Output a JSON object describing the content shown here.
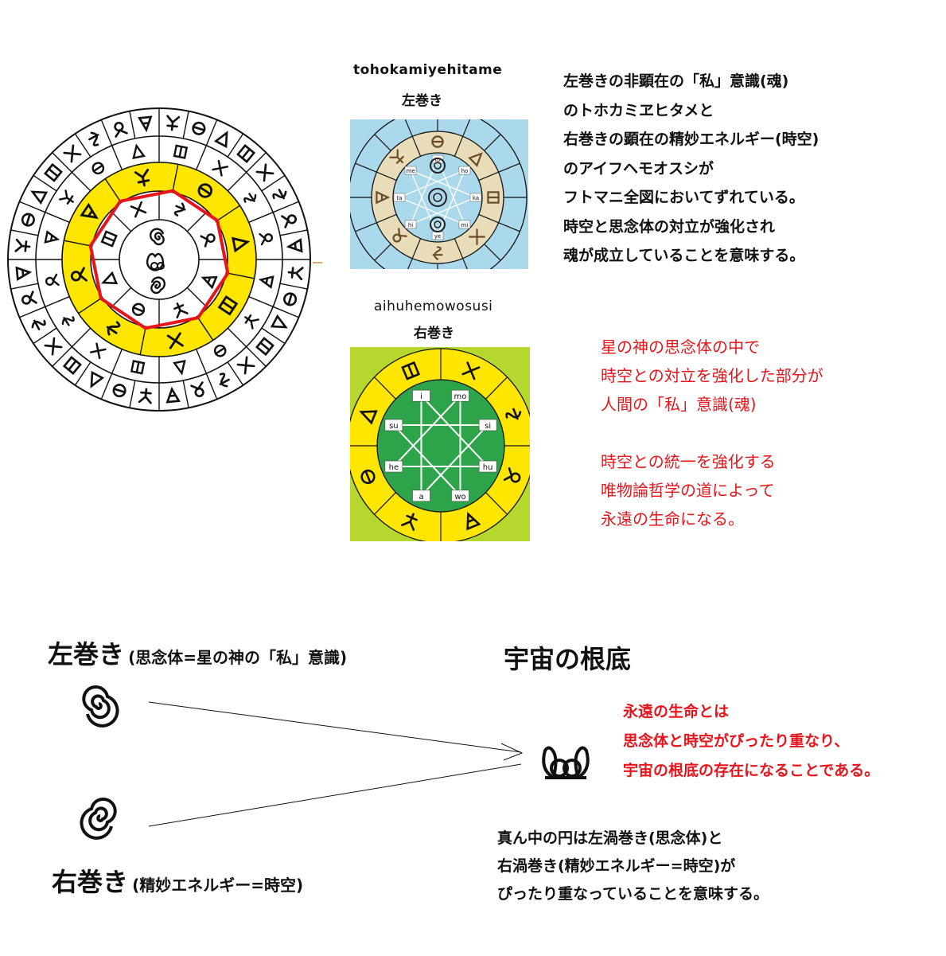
{
  "tl_label": "tohokamiyehitame",
  "tl_sub": "左巻き",
  "bl_label": "aihuhemowosusi",
  "bl_sub": "右巻き",
  "desc_top": [
    "左巻きの非顕在の「私」意識(魂)",
    "のトホカミヱヒタメと",
    "右巻きの顕在の精妙エネルギー(時空)",
    "のアイフヘモオスシが",
    "フトマニ全図においてずれている。",
    "時空と思念体の対立が強化され",
    "魂が成立していることを意味する。"
  ],
  "desc_red": [
    "星の神の思念体の中で",
    "時空との対立を強化した部分が",
    "人間の「私」意識(魂)",
    "",
    "時空との統一を強化する",
    "唯物論哲学の道によって",
    "永遠の生命になる。"
  ],
  "left_title": {
    "big": "左巻き",
    "small": "(思念体=星の神の「私」意識)"
  },
  "right_title": {
    "big": "右巻き",
    "small": "(精妙エネルギー=時空)"
  },
  "cosmos_title": "宇宙の根底",
  "eternal_text": [
    "永遠の生命とは",
    "思念体と時空がぴったり重なり、",
    "宇宙の根底の存在になることである。"
  ],
  "center_text": [
    "真ん中の円は左渦巻き(思念体)と",
    "右渦巻き(精妙エネルギー=時空)が",
    "ぴったり重なっていることを意味する。"
  ],
  "tl_nodes": [
    "to",
    "ho",
    "ka",
    "mi",
    "ye",
    "hi",
    "ta",
    "me"
  ],
  "bl_nodes": [
    "i",
    "mo",
    "si",
    "hu",
    "wo",
    "a",
    "he",
    "su"
  ],
  "colors": {
    "yellow": "#ffe600",
    "red_line": "#e8141b",
    "sky": "#a9d9ea",
    "tan": "#e9dcb8",
    "green": "#2ea44a",
    "lime": "#b6d72e",
    "text_red": "#e8141b"
  }
}
